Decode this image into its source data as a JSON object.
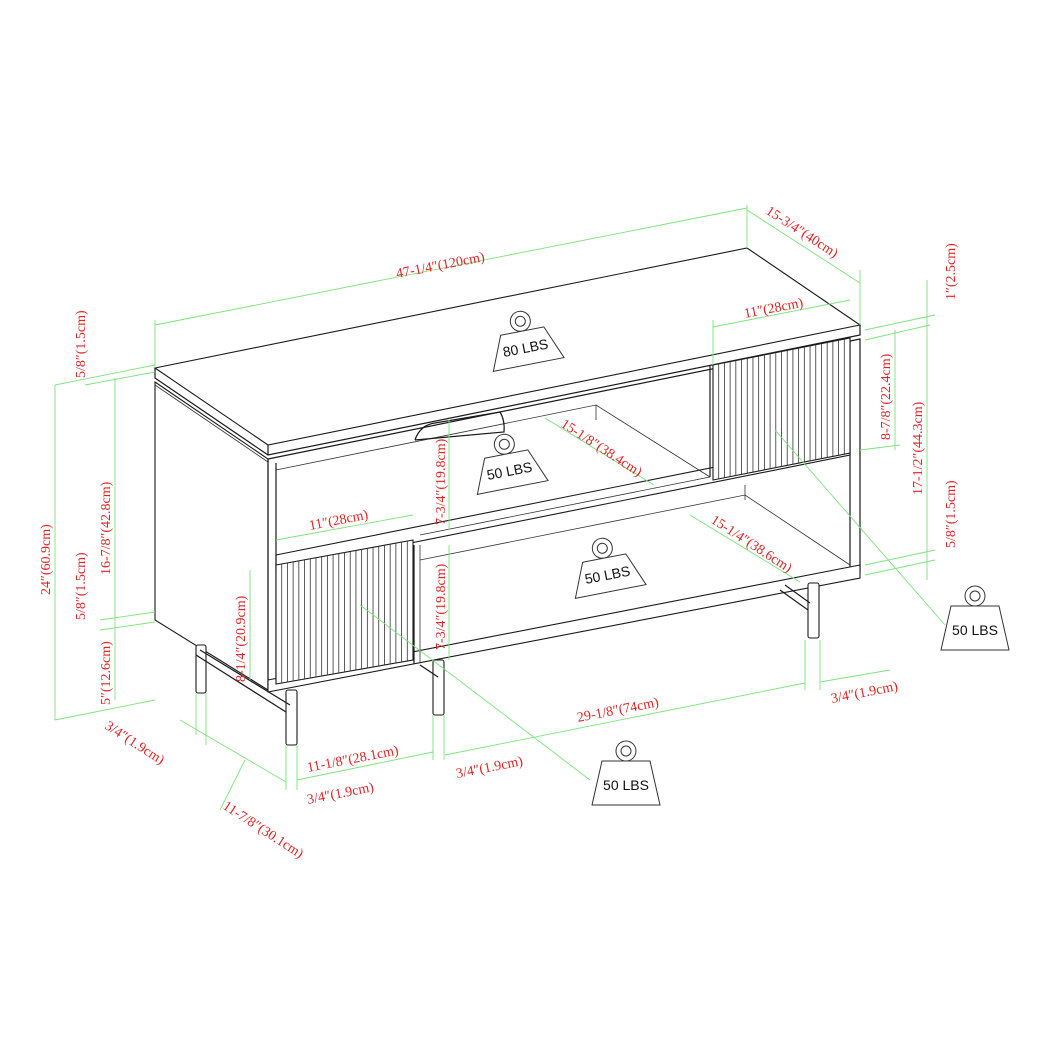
{
  "diagram": {
    "subject": "TV stand dimension diagram",
    "colors": {
      "outline": "#1a1a1a",
      "dimension_line": "#7ce37c",
      "arrow": "#19c819",
      "dimension_text": "#e02424",
      "weight_text": "#111111"
    },
    "dimensions": {
      "overall_width": "47-1/4″(120cm)",
      "overall_depth": "15-3/4″(40cm)",
      "top_thickness_right": "1″(2.5cm)",
      "top_door_width": "11″(28cm)",
      "upper_door_height": "8-7/8″(22.4cm)",
      "cabinet_height_right": "17-1/2″(44.3cm)",
      "bottom_panel_right": "5/8″(1.5cm)",
      "top_thickness_left": "5/8″(1.5cm)",
      "overall_height": "24″(60.9cm)",
      "cabinet_height_left": "16-7/8″(42.8cm)",
      "bottom_panel_left": "5/8″(1.5cm)",
      "leg_height": "5″(12.6cm)",
      "upper_shelf_depth": "15-1/8″(38.4cm)",
      "upper_compartment_height": "7-3/4″(19.8cm)",
      "lower_door_width": "11″(28cm)",
      "lower_compartment_height": "7-3/4″(19.8cm)",
      "lower_door_height": "8-1/4″(20.9cm)",
      "lower_shelf_depth": "15-1/4″(38.6cm)",
      "leg_span_width": "29-1/8″(74cm)",
      "leg_right_diameter": "3/4″(1.9cm)",
      "leg_front_left_diameter": "3/4″(1.9cm)",
      "leg_span_depth_inner": "11-1/8″(28.1cm)",
      "leg_back_diameter": "3/4″(1.9cm)",
      "leg_side_diameter": "3/4″(1.9cm)",
      "leg_span_depth": "11-7/8″(30.1cm)"
    },
    "weights": {
      "top": "80 LBS",
      "upper_shelf": "50 LBS",
      "lower_shelf": "50 LBS",
      "right_cabinet": "50 LBS",
      "left_cabinet": "50 LBS"
    }
  }
}
